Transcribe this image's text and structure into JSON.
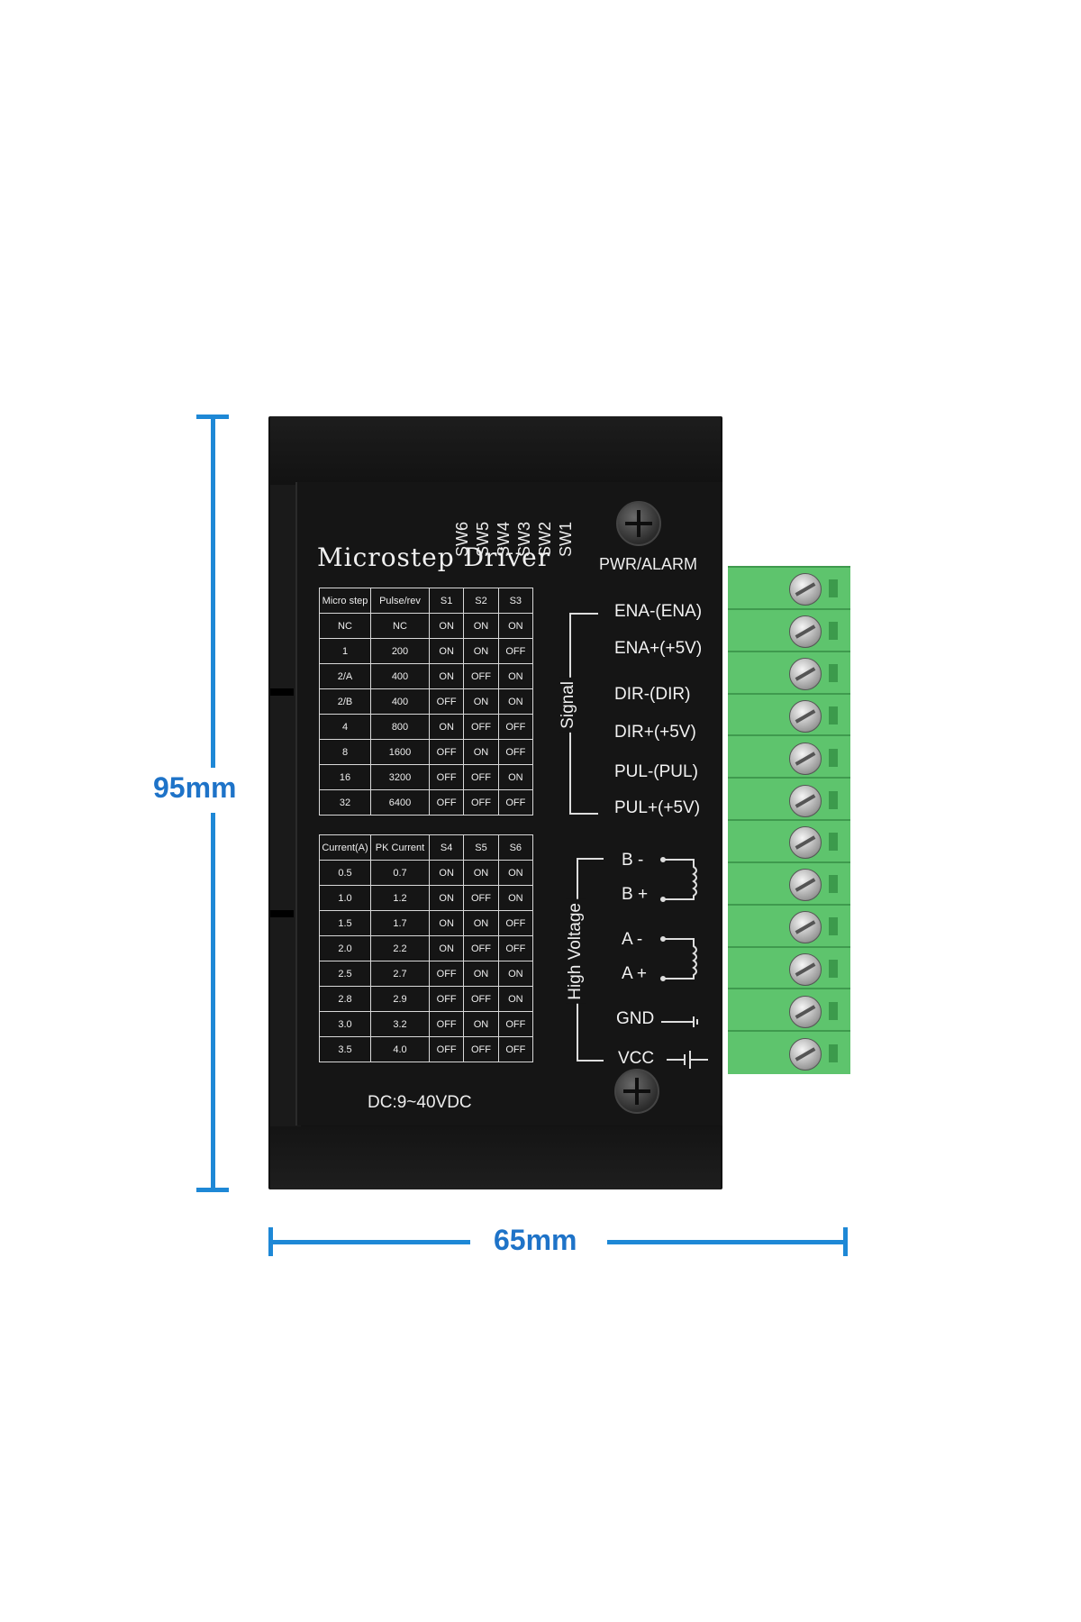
{
  "dimensions": {
    "height_label": "95mm",
    "width_label": "65mm",
    "accent_color": "#1e88d6"
  },
  "driver": {
    "title": "Microstep Driver",
    "switches": [
      "SW6",
      "SW5",
      "SW4",
      "SW3",
      "SW2",
      "SW1"
    ],
    "indicator_label": "PWR/ALARM",
    "power_label": "DC:9~40VDC",
    "signal_group_label": "Signal",
    "signal_pins": [
      "ENA-(ENA)",
      "ENA+(+5V)",
      "DIR-(DIR)",
      "DIR+(+5V)",
      "PUL-(PUL)",
      "PUL+(+5V)"
    ],
    "high_voltage_group_label": "High Voltage",
    "high_voltage_pins": [
      "B -",
      "B +",
      "A -",
      "A +",
      "GND",
      "VCC"
    ],
    "terminal_color": "#5ec46d",
    "microstep_table": {
      "headers": [
        "Micro step",
        "Pulse/rev",
        "S1",
        "S2",
        "S3"
      ],
      "rows": [
        [
          "NC",
          "NC",
          "ON",
          "ON",
          "ON"
        ],
        [
          "1",
          "200",
          "ON",
          "ON",
          "OFF"
        ],
        [
          "2/A",
          "400",
          "ON",
          "OFF",
          "ON"
        ],
        [
          "2/B",
          "400",
          "OFF",
          "ON",
          "ON"
        ],
        [
          "4",
          "800",
          "ON",
          "OFF",
          "OFF"
        ],
        [
          "8",
          "1600",
          "OFF",
          "ON",
          "OFF"
        ],
        [
          "16",
          "3200",
          "OFF",
          "OFF",
          "ON"
        ],
        [
          "32",
          "6400",
          "OFF",
          "OFF",
          "OFF"
        ]
      ]
    },
    "current_table": {
      "headers": [
        "Current(A)",
        "PK Current",
        "S4",
        "S5",
        "S6"
      ],
      "rows": [
        [
          "0.5",
          "0.7",
          "ON",
          "ON",
          "ON"
        ],
        [
          "1.0",
          "1.2",
          "ON",
          "OFF",
          "ON"
        ],
        [
          "1.5",
          "1.7",
          "ON",
          "ON",
          "OFF"
        ],
        [
          "2.0",
          "2.2",
          "ON",
          "OFF",
          "OFF"
        ],
        [
          "2.5",
          "2.7",
          "OFF",
          "ON",
          "ON"
        ],
        [
          "2.8",
          "2.9",
          "OFF",
          "OFF",
          "ON"
        ],
        [
          "3.0",
          "3.2",
          "OFF",
          "ON",
          "OFF"
        ],
        [
          "3.5",
          "4.0",
          "OFF",
          "OFF",
          "OFF"
        ]
      ]
    }
  }
}
